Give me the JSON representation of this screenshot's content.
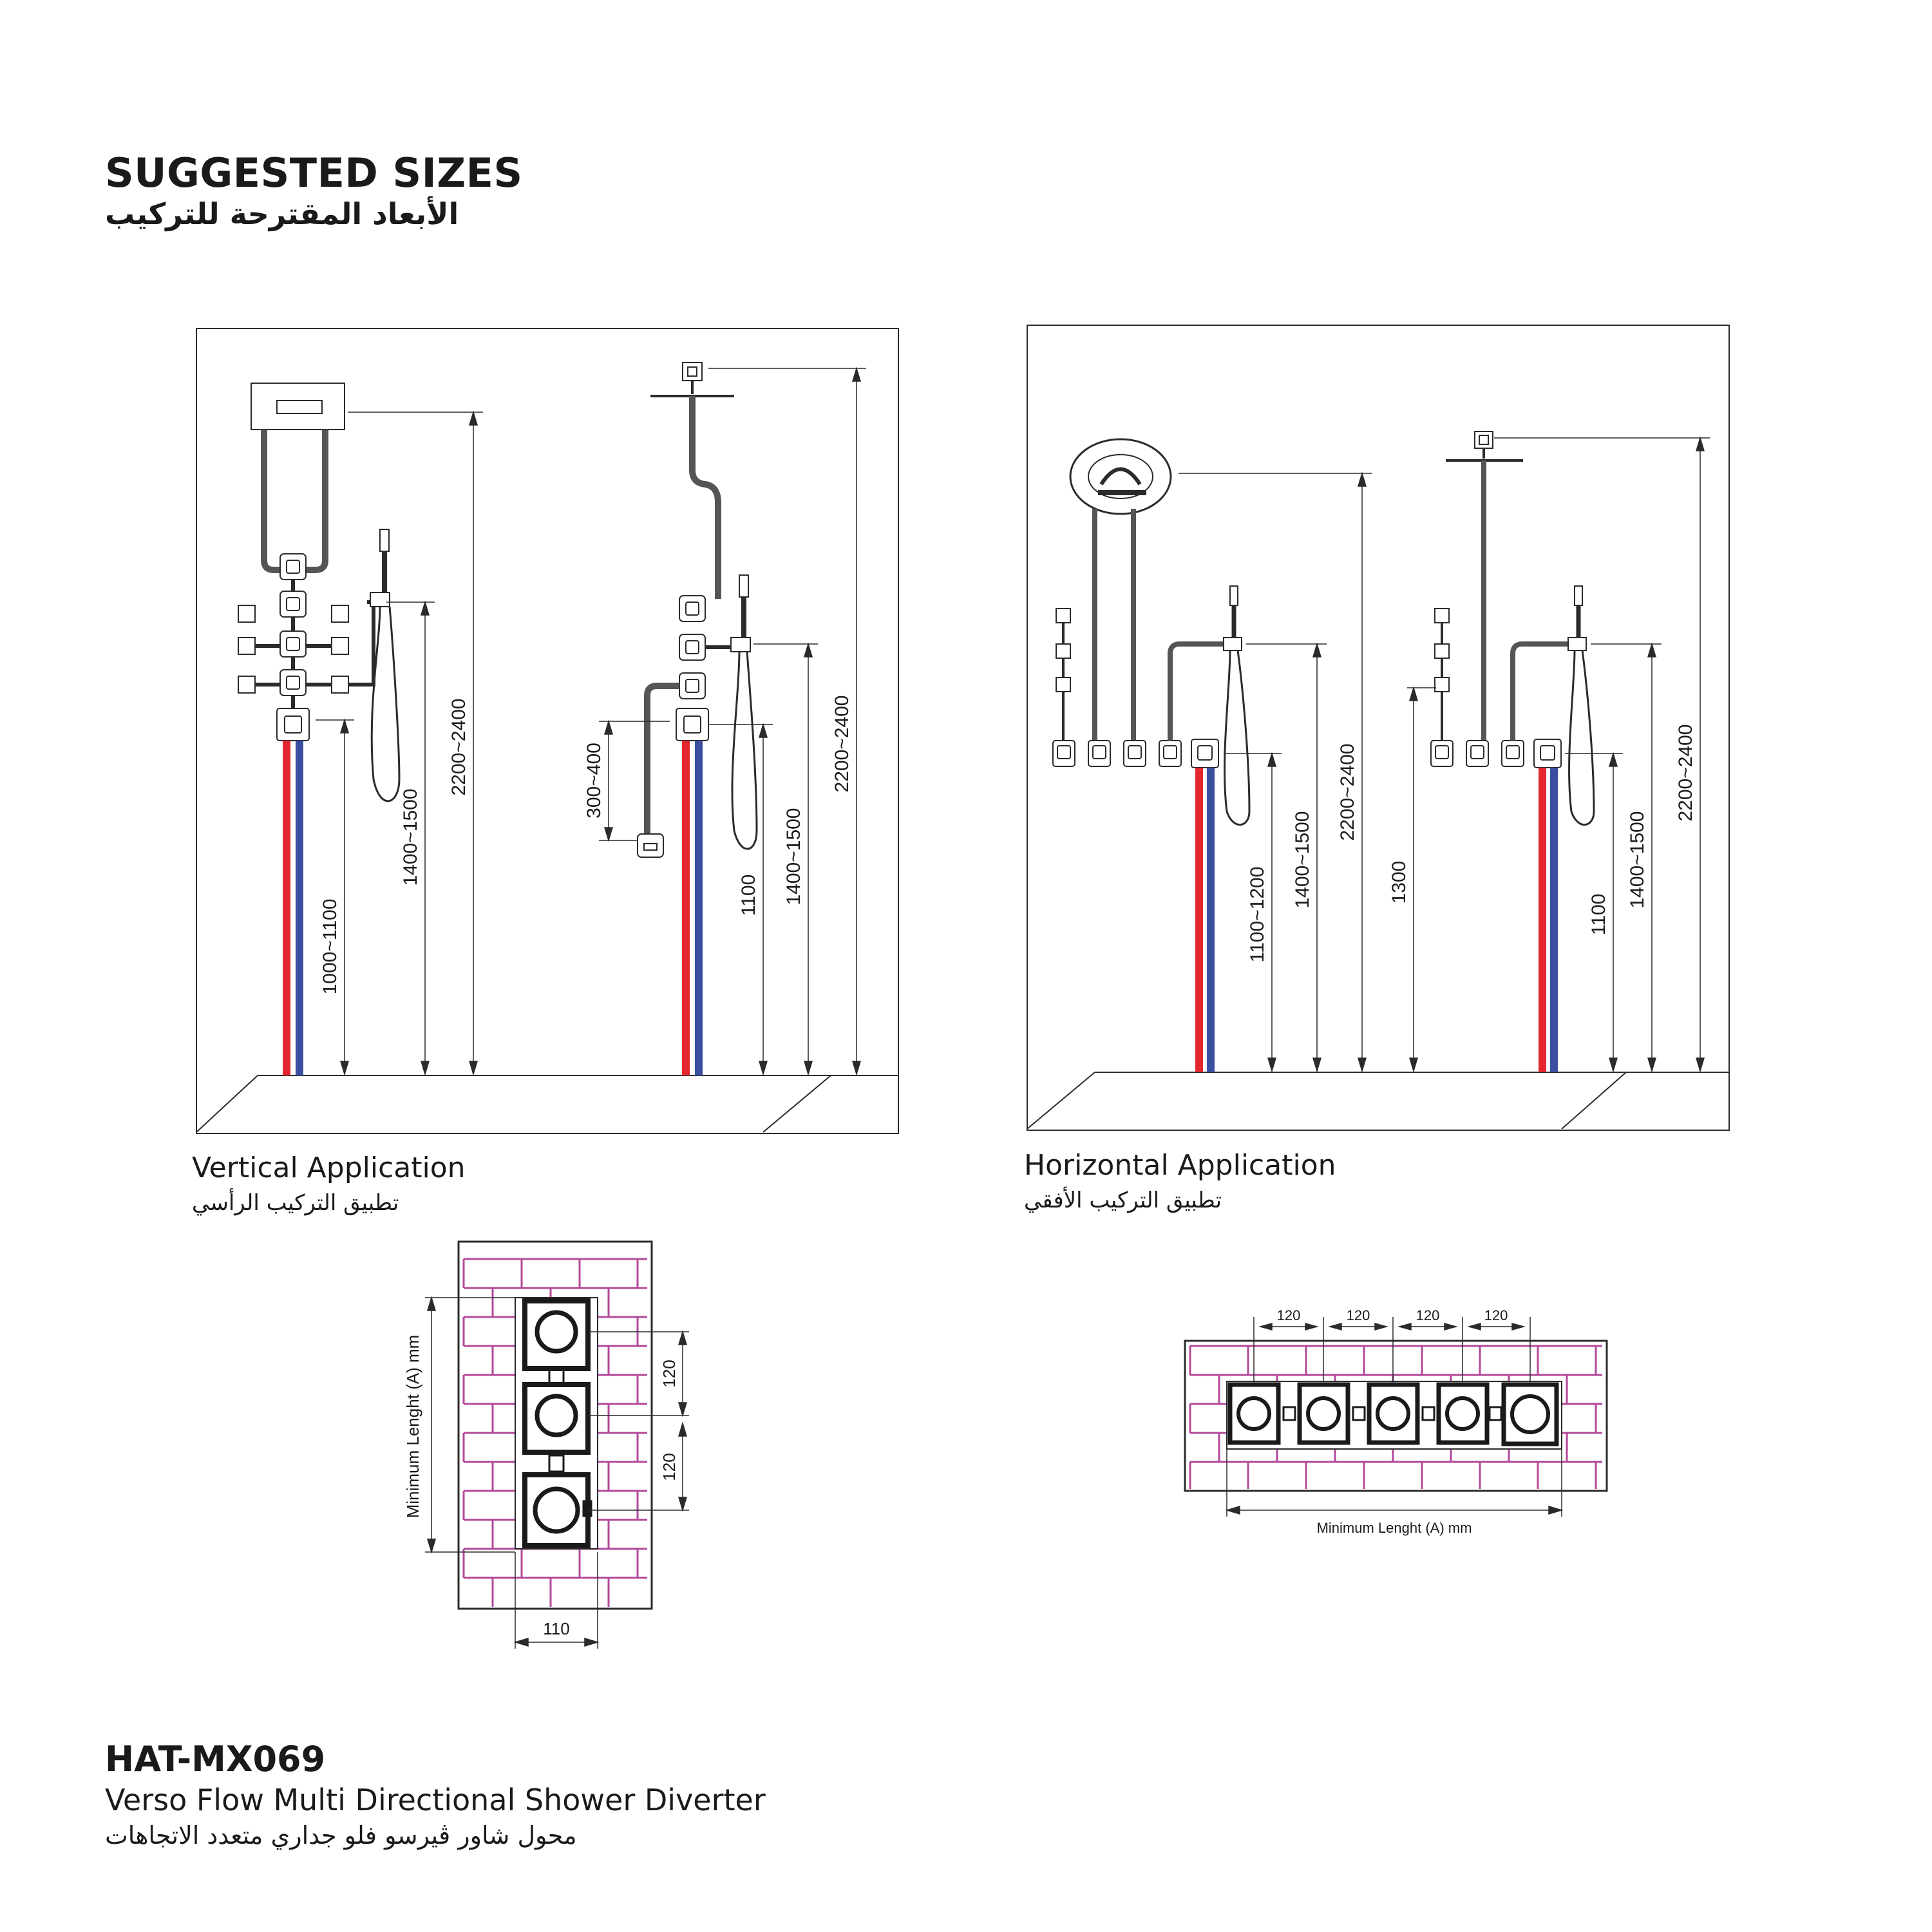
{
  "header": {
    "title": "SUGGESTED SIZES",
    "title_ar": "الأبعاد المقترحة للتركيب"
  },
  "vertical": {
    "caption": "Vertical Application",
    "caption_ar": "تطبيق التركيب الرأسي",
    "dims": [
      "1000~1100",
      "1400~1500",
      "2200~2400",
      "300~400",
      "1100",
      "1400~1500",
      "2200~2400"
    ]
  },
  "horizontal": {
    "caption": "Horizontal Application",
    "caption_ar": "تطبيق التركيب الأفقي",
    "dims": [
      "1100~1200",
      "1400~1500",
      "2200~2400",
      "1300",
      "1100",
      "1400~1500",
      "2200~2400"
    ]
  },
  "plan_vertical": {
    "min_length": "Minimum Lenght (A) mm",
    "spacing_1": "120",
    "spacing_2": "120",
    "width": "110"
  },
  "plan_horizontal": {
    "min_length": "Minimum Lenght (A) mm",
    "spacings": [
      "120",
      "120",
      "120",
      "120"
    ]
  },
  "product": {
    "model": "HAT-MX069",
    "name": "Verso Flow Multi Directional Shower Diverter",
    "name_ar": "محول شاور ڤيرسو فلو جداري متعدد الاتجاهات"
  },
  "colors": {
    "hot": "#e3262f",
    "cold": "#3a4fa0",
    "tile": "#b3489a",
    "line": "#2b2b2b"
  }
}
